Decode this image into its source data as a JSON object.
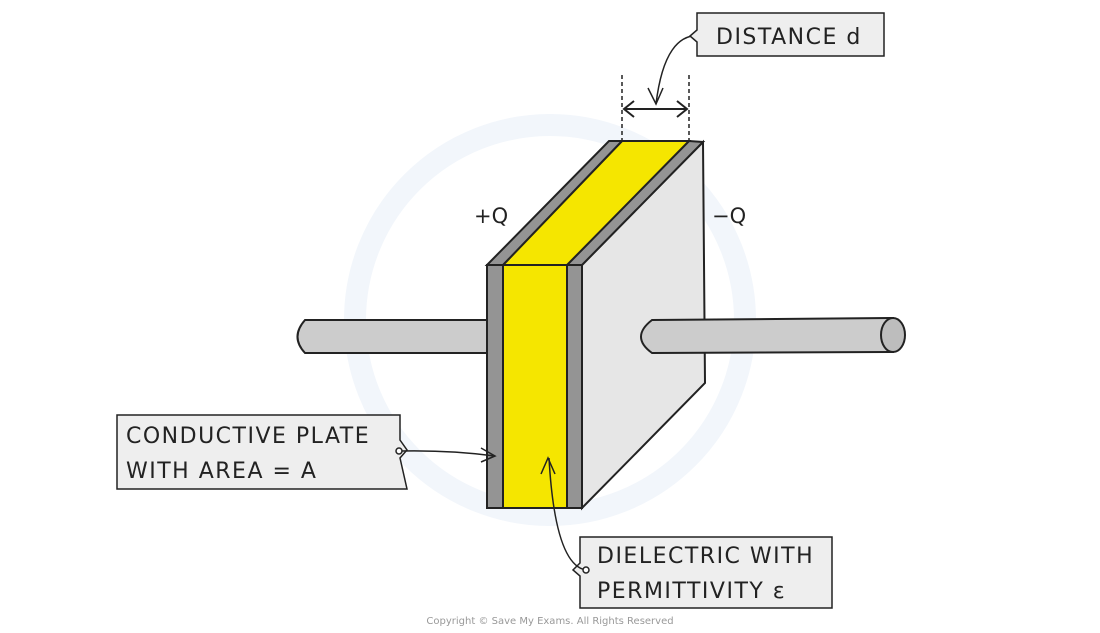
{
  "labels": {
    "distance": "DISTANCE d",
    "plus_charge": "+Q",
    "minus_charge": "−Q",
    "plate_line1": "CONDUCTIVE PLATE",
    "plate_line2": "WITH  AREA = A",
    "dielectric_line1": "DIELECTRIC WITH",
    "dielectric_line2": "PERMITTIVITY ε"
  },
  "copyright": "Copyright © Save My Exams. All Rights Reserved",
  "colors": {
    "dielectric": "#f5e600",
    "plate": "#949494",
    "plate_face": "#e6e6e6",
    "wire": "#cccccc",
    "label_box": "#eeeeee"
  }
}
